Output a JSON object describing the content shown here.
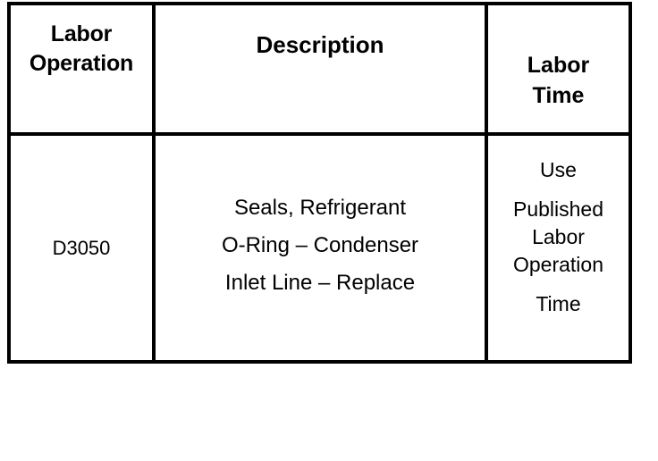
{
  "table": {
    "columns": [
      {
        "key": "labor_operation",
        "header": [
          "Labor",
          "Operation"
        ]
      },
      {
        "key": "description",
        "header": [
          "Description"
        ]
      },
      {
        "key": "labor_time",
        "header": [
          "Labor",
          "Time"
        ]
      }
    ],
    "header": {
      "labor_operation_line1": "Labor",
      "labor_operation_line2": "Operation",
      "description": "Description",
      "labor_time_line1": "Labor",
      "labor_time_line2": "Time"
    },
    "rows": [
      {
        "labor_operation": "D3050",
        "description_lines": [
          "Seals, Refrigerant",
          "O-Ring – Condenser",
          "Inlet Line – Replace"
        ],
        "labor_time_lines": [
          "Use",
          "Published",
          "Labor",
          "Operation",
          "Time"
        ]
      }
    ]
  },
  "colors": {
    "border": "#000000",
    "text": "#000000",
    "background": "#ffffff"
  }
}
